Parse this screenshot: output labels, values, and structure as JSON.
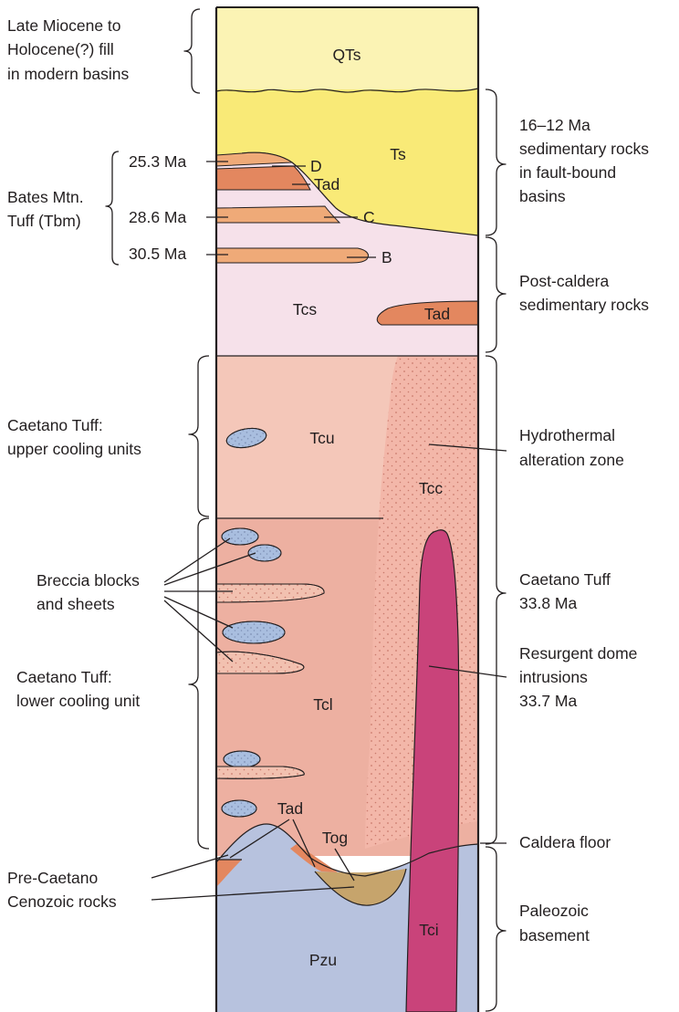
{
  "units": {
    "qts": "QTs",
    "ts": "Ts",
    "d": "D",
    "tad_upper": "Tad",
    "c": "C",
    "b": "B",
    "tcs": "Tcs",
    "tad_right": "Tad",
    "tcu": "Tcu",
    "tcc": "Tcc",
    "tcl": "Tcl",
    "tad_lower": "Tad",
    "tog": "Tog",
    "tci": "Tci",
    "pzu": "Pzu"
  },
  "ages": {
    "d": "25.3 Ma",
    "c": "28.6 Ma",
    "b": "30.5 Ma"
  },
  "left_labels": {
    "fill": [
      "Late Miocene to",
      "Holocene(?) fill",
      "in modern basins"
    ],
    "bates": [
      "Bates Mtn.",
      "Tuff (Tbm)"
    ],
    "upper": [
      "Caetano Tuff:",
      "upper cooling units"
    ],
    "breccia": [
      "Breccia blocks",
      "and sheets"
    ],
    "lower": [
      "Caetano Tuff:",
      "lower cooling unit"
    ],
    "precaetano": [
      "Pre-Caetano",
      "Cenozoic rocks"
    ]
  },
  "right_labels": {
    "sed": [
      "16–12 Ma",
      "sedimentary rocks",
      "in fault-bound",
      "basins"
    ],
    "postcaldera": [
      "Post-caldera",
      "sedimentary rocks"
    ],
    "hydro": [
      "Hydrothermal",
      "alteration zone"
    ],
    "caetano": [
      "Caetano Tuff",
      "33.8 Ma"
    ],
    "dome": [
      "Resurgent dome",
      "intrusions",
      "33.7 Ma"
    ],
    "floor": [
      "Caldera floor"
    ],
    "paleozoic": [
      "Paleozoic",
      "basement"
    ]
  },
  "colors": {
    "qts": "#fbf3b4",
    "ts": "#f9ea77",
    "tcs": "#f6e1ea",
    "tad": "#e3875f",
    "bates": "#efaa78",
    "tcu": "#f4c7b9",
    "tcl": "#edb0a1",
    "tcc": "#f3b7a9",
    "tci": "#c9437a",
    "pzu": "#b7c2de",
    "tog": "#c6a46c",
    "block": "#a9bedf",
    "sheet": "#f2c1b0"
  }
}
